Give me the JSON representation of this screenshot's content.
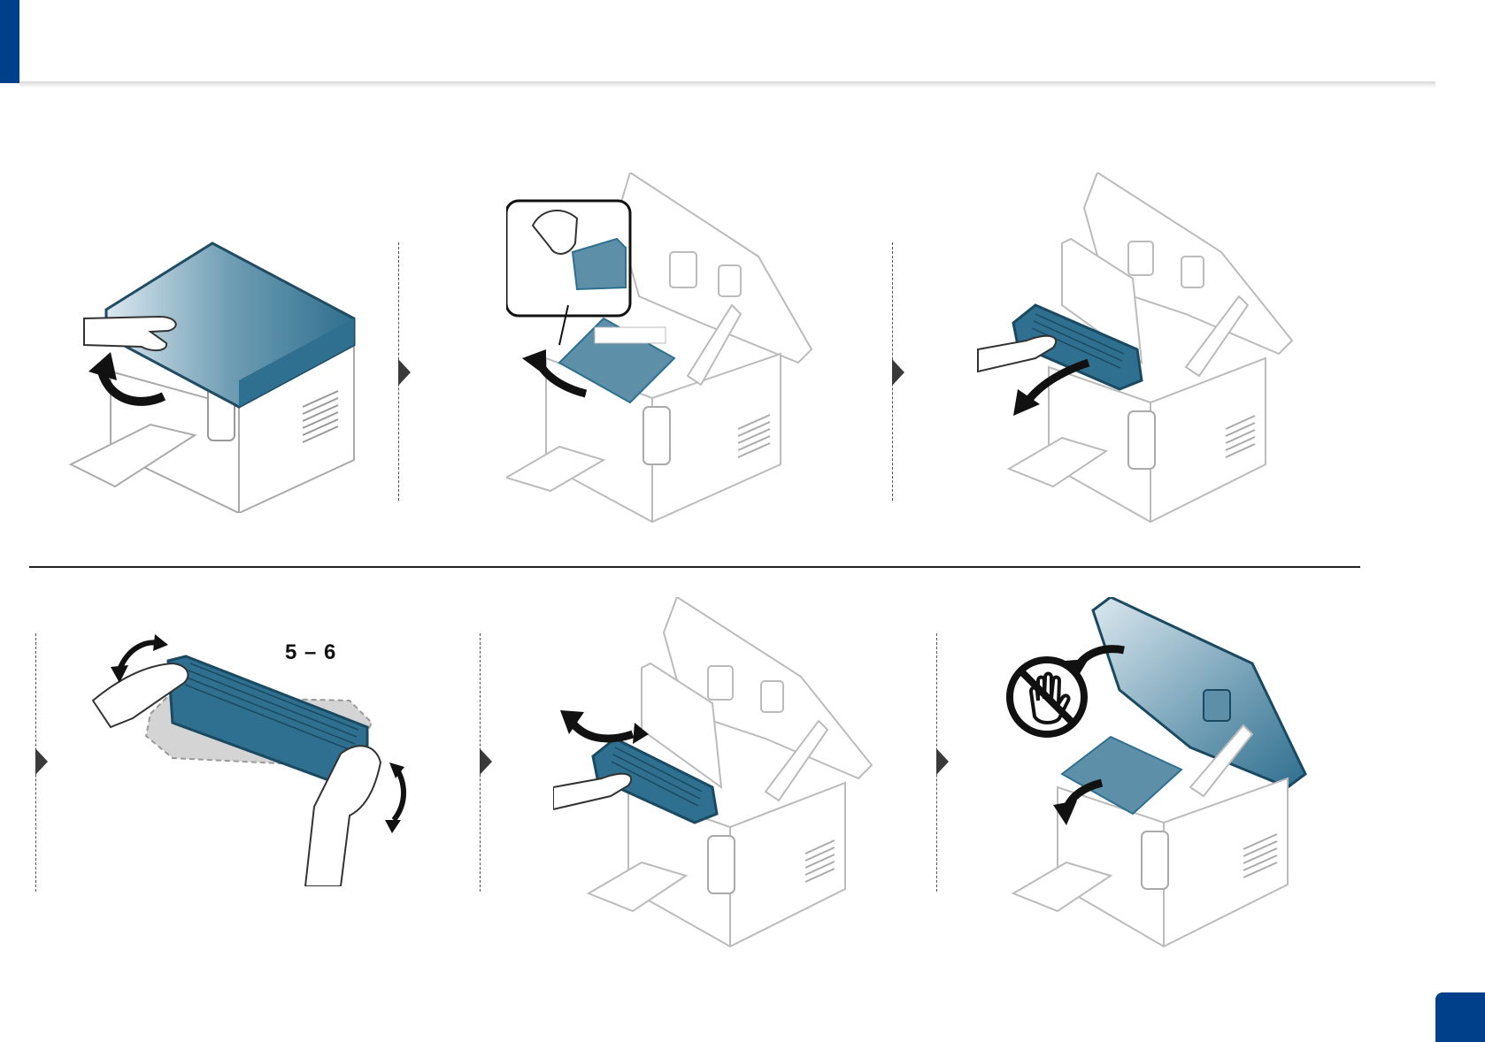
{
  "page": {
    "accent_color": "#003f8a",
    "illustration_blue": "#2f6f8f",
    "page_number": ""
  },
  "steps": [
    {
      "id": 1,
      "icon": "open-scanner-lid-icon"
    },
    {
      "id": 2,
      "icon": "open-inner-cover-icon"
    },
    {
      "id": 3,
      "icon": "remove-toner-cartridge-icon"
    },
    {
      "id": 4,
      "icon": "shake-toner-cartridge-icon",
      "rotation_label": "5 – 6"
    },
    {
      "id": 5,
      "icon": "insert-toner-cartridge-icon"
    },
    {
      "id": 6,
      "icon": "close-covers-icon",
      "warning_icon": "do-not-touch-icon"
    }
  ]
}
